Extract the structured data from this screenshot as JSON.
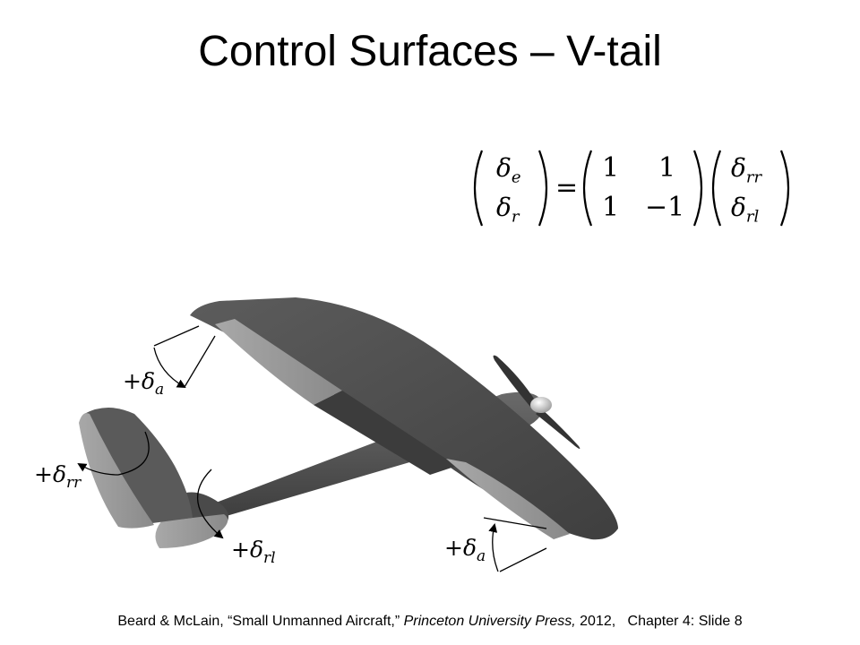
{
  "slide": {
    "title": "Control Surfaces – V-tail",
    "equation": {
      "lhs": [
        {
          "symbol": "δ",
          "sub": "e"
        },
        {
          "symbol": "δ",
          "sub": "r"
        }
      ],
      "equals": "=",
      "matrix": [
        [
          "1",
          "1"
        ],
        [
          "1",
          "−1"
        ]
      ],
      "rhs": [
        {
          "symbol": "δ",
          "sub": "rr"
        },
        {
          "symbol": "δ",
          "sub": "rl"
        }
      ]
    },
    "labels": {
      "aileron_left": {
        "sign": "+",
        "symbol": "δ",
        "sub": "a"
      },
      "aileron_right": {
        "sign": "+",
        "symbol": "δ",
        "sub": "a"
      },
      "ruddervator_right": {
        "sign": "+",
        "symbol": "δ",
        "sub": "rr"
      },
      "ruddervator_left": {
        "sign": "+",
        "symbol": "δ",
        "sub": "rl"
      }
    },
    "footer": {
      "authors": "Beard & McLain, “Small Unmanned Aircraft,”",
      "publisher": "Princeton University Press,",
      "year": "2012,",
      "chapter": "Chapter 4:",
      "slide": "Slide 8"
    }
  }
}
